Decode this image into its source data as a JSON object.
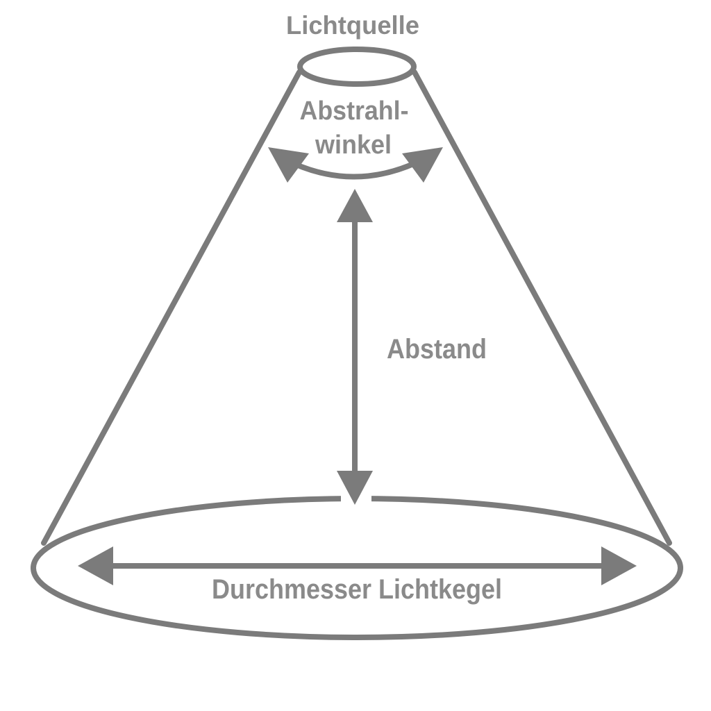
{
  "diagram": {
    "kind": "light-cone-diagram",
    "labels": {
      "light_source": "Lichtquelle",
      "beam_angle_line1": "Abstrahl-",
      "beam_angle_line2": "winkel",
      "distance": "Abstand",
      "cone_diameter": "Durchmesser Lichtkegel"
    },
    "colors": {
      "line": "#7b7b7b",
      "text": "#8a8a8a",
      "background": "#ffffff"
    }
  }
}
